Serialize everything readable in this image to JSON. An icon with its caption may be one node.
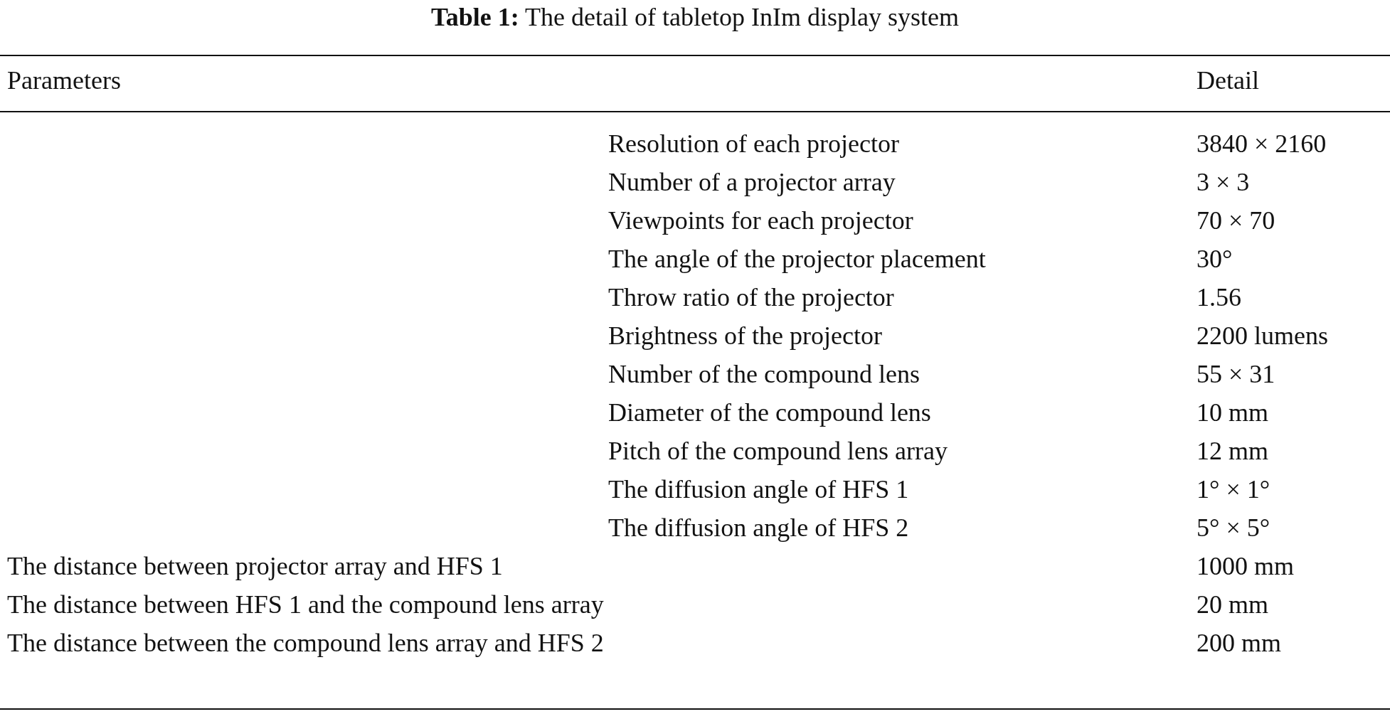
{
  "diagram": {
    "title": "**Table 1:** The detail of tabletop InIm display system",
    "labels": [
      "Parameters",
      "Detail",
      "Resolution of each projector",
      "3840 × 2160",
      "Number of a projector array",
      "3 × 3",
      "Viewpoints for each projector",
      "70 × 70",
      "The angle of the projector placement",
      "30°",
      "Throw ratio of the projector",
      "1.56",
      "Brightness of the projector",
      "2200 lumens",
      "Number of the compound lens",
      "55 × 31",
      "Diameter of the compound lens",
      "10 mm",
      "Pitch of the compound lens array",
      "12 mm",
      "The diffusion angle of HFS 1",
      "1° × 1°",
      "The diffusion angle of HFS 2",
      "5° × 5°",
      "The distance between projector array and HFS 1",
      "1000 mm",
      "The distance between HFS 1 and the compound lens array",
      "20 mm",
      "The distance between the compound lens array and HFS 2",
      "200 mm"
    ]
  }
}
